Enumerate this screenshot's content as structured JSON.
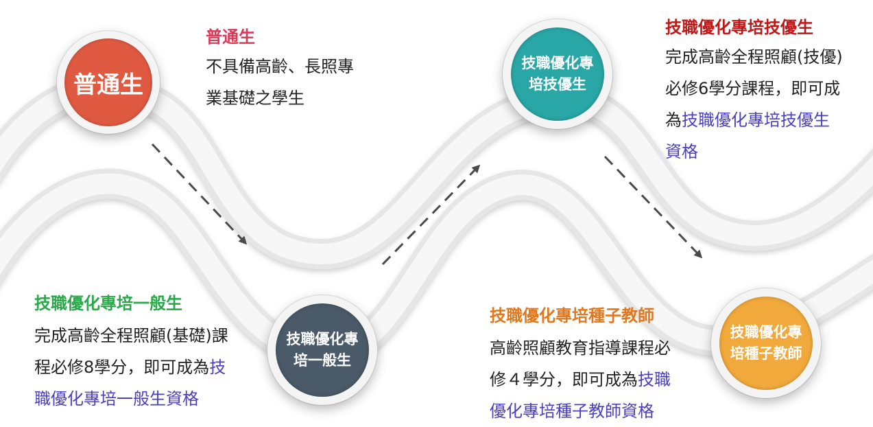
{
  "colors": {
    "regular": "#e05a42",
    "general": "#4a5a68",
    "excellent": "#29a6a6",
    "seed": "#f2a93b",
    "title_regular": "#d83a5a",
    "title_general": "#2aa84a",
    "title_excellent": "#c01818",
    "title_seed": "#e07820",
    "highlight": "#4a3fc0"
  },
  "nodes": [
    {
      "id": "regular",
      "lines": [
        "普通生"
      ]
    },
    {
      "id": "general",
      "lines": [
        "技職優化專",
        "培一般生"
      ]
    },
    {
      "id": "excellent",
      "lines": [
        "技職優化專",
        "培技優生"
      ]
    },
    {
      "id": "seed",
      "lines": [
        "技職優化專",
        "培種子教師"
      ]
    }
  ],
  "descriptions": {
    "regular": {
      "title": "普通生",
      "lines": [
        "不具備高齡、長照專",
        "業基礎之學生"
      ]
    },
    "general": {
      "title": "技職優化專培一般生",
      "line1": "完成高齡全程照顧(基礎)課",
      "line2_plain": "程必修8學分，即可成為",
      "line2_hl": "技",
      "line3_hl": "職優化專培一般生資格"
    },
    "excellent": {
      "title": "技職優化專培技優生",
      "line1": "完成高齡全程照顧(技優)",
      "line2": "必修6學分課程，即可成",
      "line3_plain": "為",
      "line3_hl": "技職優化專培技優生",
      "line4_hl": "資格"
    },
    "seed": {
      "title": "技職優化專培種子教師",
      "line1": "高齡照顧教育指導課程必",
      "line2_plain": "修４學分，即可成為",
      "line2_hl": "技職",
      "line3_hl": "優化專培種子教師資格"
    }
  }
}
